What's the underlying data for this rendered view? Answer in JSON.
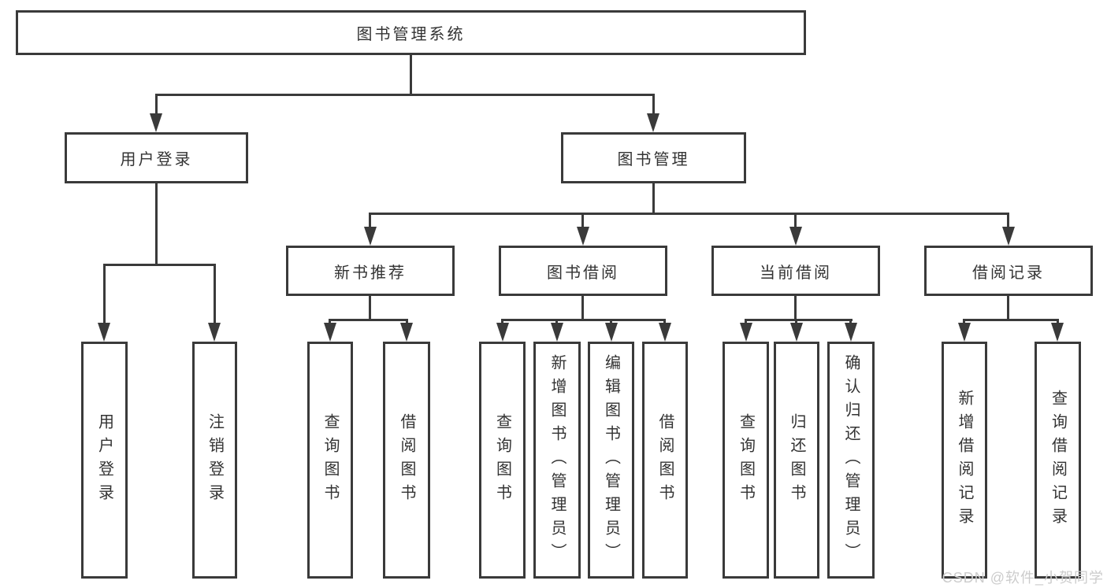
{
  "diagram": {
    "type": "hierarchy",
    "title": "图书管理系统",
    "watermark": "CSDN @软件_小贺同学",
    "colors": {
      "line": "#3a3a3a",
      "text": "#333333",
      "background": "#ffffff",
      "watermark": "#cccccc"
    },
    "nodes": {
      "root": {
        "label": "图书管理系统",
        "children": [
          "user_login",
          "book_mgmt"
        ]
      },
      "user_login": {
        "label": "用户登录",
        "children": [
          "user_login_leaf",
          "logout_leaf"
        ]
      },
      "book_mgmt": {
        "label": "图书管理",
        "children": [
          "new_books",
          "book_borrow",
          "current_borrow",
          "borrow_records"
        ]
      },
      "new_books": {
        "label": "新书推荐",
        "children": [
          "nb_query",
          "nb_borrow"
        ]
      },
      "book_borrow": {
        "label": "图书借阅",
        "children": [
          "bb_query",
          "bb_add",
          "bb_edit",
          "bb_borrow"
        ]
      },
      "current_borrow": {
        "label": "当前借阅",
        "children": [
          "cb_query",
          "cb_return",
          "cb_confirm"
        ]
      },
      "borrow_records": {
        "label": "借阅记录",
        "children": [
          "br_add",
          "br_query"
        ]
      },
      "user_login_leaf": {
        "label": "用户登录"
      },
      "logout_leaf": {
        "label": "注销登录"
      },
      "nb_query": {
        "label": "查询图书"
      },
      "nb_borrow": {
        "label": "借阅图书"
      },
      "bb_query": {
        "label": "查询图书"
      },
      "bb_add": {
        "label": "新增图书（管理员）"
      },
      "bb_edit": {
        "label": "编辑图书（管理员）"
      },
      "bb_borrow": {
        "label": "借阅图书"
      },
      "cb_query": {
        "label": "查询图书"
      },
      "cb_return": {
        "label": "归还图书"
      },
      "cb_confirm": {
        "label": "确认归还（管理员）"
      },
      "br_add": {
        "label": "新增借阅记录"
      },
      "br_query": {
        "label": "查询借阅记录"
      }
    }
  }
}
